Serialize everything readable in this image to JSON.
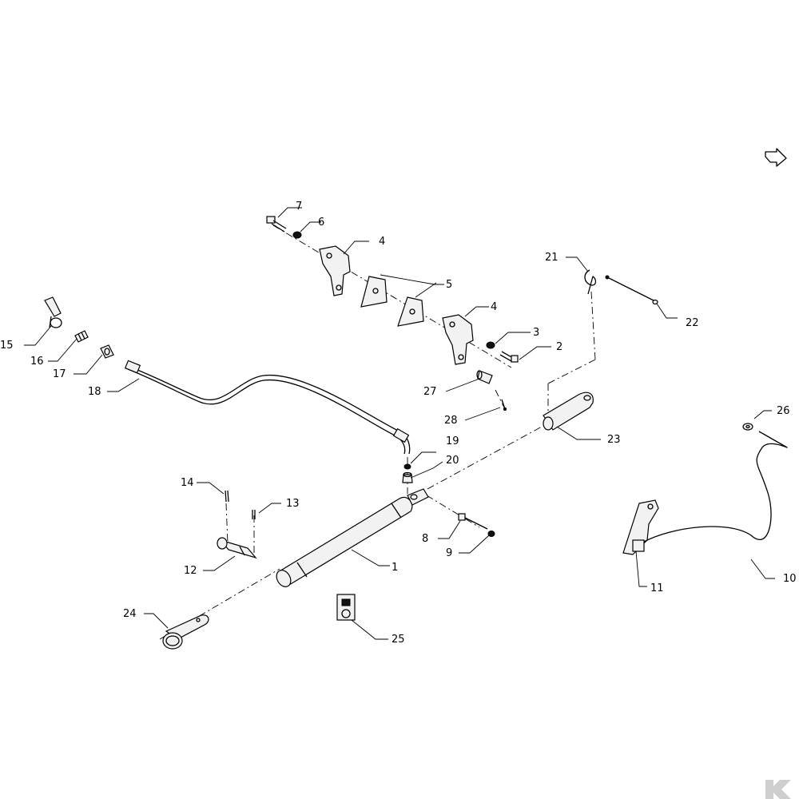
{
  "callouts": [
    {
      "id": "c1",
      "label": "1"
    },
    {
      "id": "c2",
      "label": "2"
    },
    {
      "id": "c3",
      "label": "3"
    },
    {
      "id": "c4a",
      "label": "4"
    },
    {
      "id": "c4b",
      "label": "4"
    },
    {
      "id": "c5",
      "label": "5"
    },
    {
      "id": "c6",
      "label": "6"
    },
    {
      "id": "c7",
      "label": "7"
    },
    {
      "id": "c8",
      "label": "8"
    },
    {
      "id": "c9",
      "label": "9"
    },
    {
      "id": "c10",
      "label": "10"
    },
    {
      "id": "c11",
      "label": "11"
    },
    {
      "id": "c12",
      "label": "12"
    },
    {
      "id": "c13",
      "label": "13"
    },
    {
      "id": "c14",
      "label": "14"
    },
    {
      "id": "c15",
      "label": "15"
    },
    {
      "id": "c16",
      "label": "16"
    },
    {
      "id": "c17",
      "label": "17"
    },
    {
      "id": "c18",
      "label": "18"
    },
    {
      "id": "c19",
      "label": "19"
    },
    {
      "id": "c20",
      "label": "20"
    },
    {
      "id": "c21",
      "label": "21"
    },
    {
      "id": "c22",
      "label": "22"
    },
    {
      "id": "c23",
      "label": "23"
    },
    {
      "id": "c24",
      "label": "24"
    },
    {
      "id": "c25",
      "label": "25"
    },
    {
      "id": "c26",
      "label": "26"
    },
    {
      "id": "c27",
      "label": "27"
    },
    {
      "id": "c28",
      "label": "28"
    }
  ],
  "icons": {
    "orientation": "orientation-arrow-icon",
    "brand": "brand-logo-k"
  },
  "colors": {
    "line": "#000000",
    "background": "#ffffff",
    "logo": "#cfcfcf"
  }
}
